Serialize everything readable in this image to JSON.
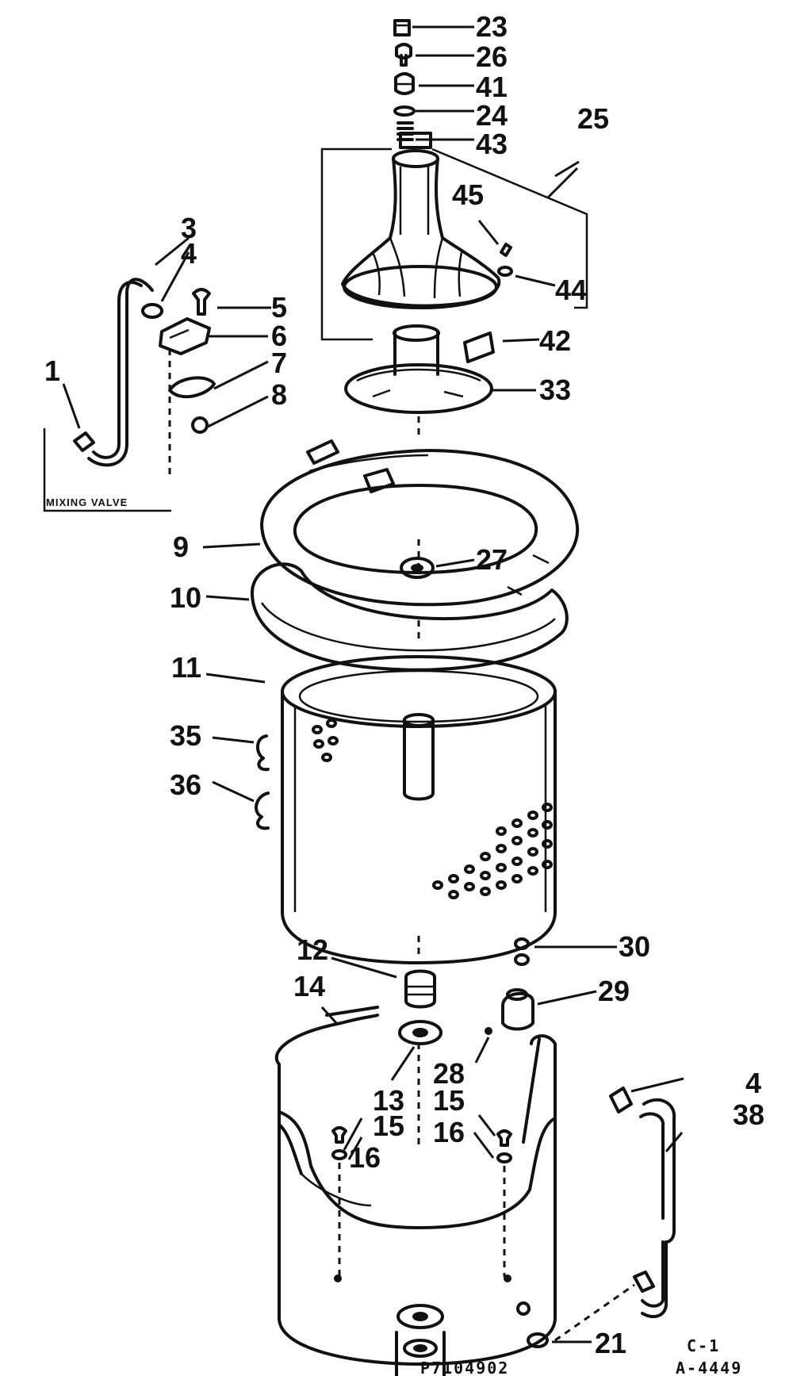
{
  "labels": {
    "l23": "23",
    "l26": "26",
    "l41": "41",
    "l24": "24",
    "l43": "43",
    "l25": "25",
    "l45": "45",
    "l44": "44",
    "l42": "42",
    "l33": "33",
    "l3": "3",
    "l4a": "4",
    "l5": "5",
    "l6": "6",
    "l7": "7",
    "l8": "8",
    "l1": "1",
    "l9": "9",
    "l27": "27",
    "l10": "10",
    "l11": "11",
    "l35": "35",
    "l36": "36",
    "l12": "12",
    "l14": "14",
    "l30": "30",
    "l29": "29",
    "l28": "28",
    "l13": "13",
    "l15a": "15",
    "l16a": "16",
    "l15b": "15",
    "l16b": "16",
    "l4b": "4",
    "l38": "38",
    "l21": "21"
  },
  "mixing_valve": "MIXING VALVE",
  "footer": {
    "sheet": "C-1",
    "part_number": "P7104902",
    "ref": "A-4449"
  }
}
